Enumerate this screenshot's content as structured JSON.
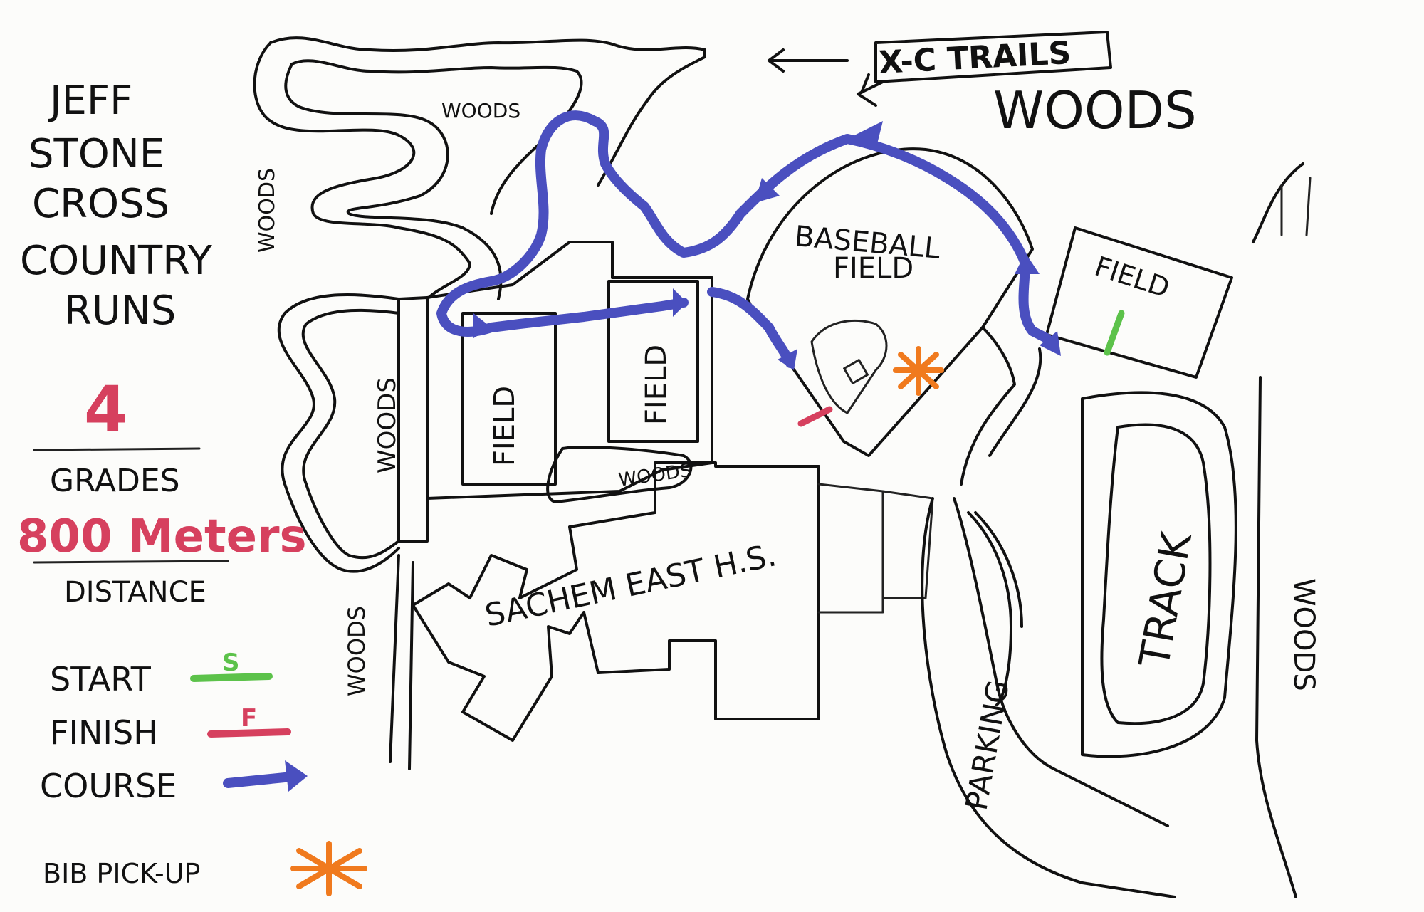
{
  "title_lines": [
    "JEFF",
    "STONE",
    "CROSS",
    "COUNTRY",
    "RUNS"
  ],
  "grade": "4",
  "grades_label": "GRADES",
  "distance_value": "800 Meters",
  "distance_label": "DISTANCE",
  "legend": {
    "start_label": "START",
    "start_symbol": "S",
    "finish_label": "FINISH",
    "finish_symbol": "F",
    "course_label": "COURSE",
    "bib_label": "BIB PICK-UP"
  },
  "map_labels": {
    "xc_trails": "X-C TRAILS",
    "woods_top_right": "WOODS",
    "woods_top": "WOODS",
    "woods_left": "WOODS",
    "woods_center_left": "WOODS",
    "woods_small": "WOODS",
    "woods_bottom_left": "WOODS",
    "woods_right": "WOODS",
    "baseball_field_line1": "BASEBALL",
    "baseball_field_line2": "FIELD",
    "field_1": "FIELD",
    "field_2": "FIELD",
    "field_3": "FIELD",
    "school": "SACHEM EAST H.S.",
    "parking": "PARKING",
    "track": "TRACK"
  },
  "colors": {
    "start": "#5cc24a",
    "finish": "#d6405e",
    "course": "#4a4fbf",
    "bib": "#f07a1e",
    "grade": "#d6405e",
    "distance": "#d6405e"
  }
}
